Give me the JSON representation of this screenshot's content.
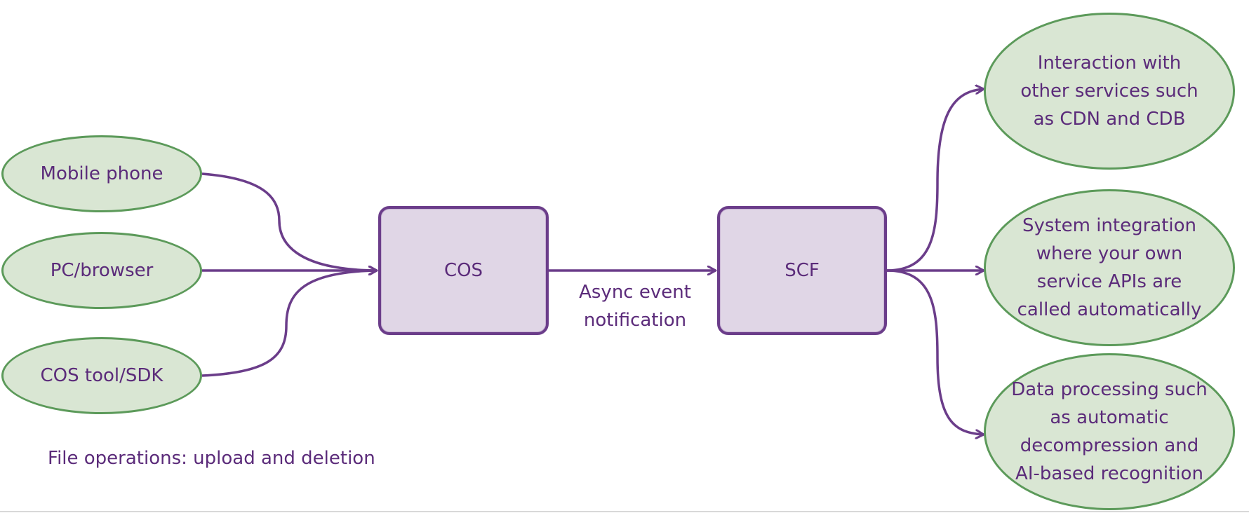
{
  "colors": {
    "edge": "#6b3d8a",
    "ellipse_fill": "#d9e6d3",
    "ellipse_border": "#5c9a5a",
    "box_fill": "#e0d6e6",
    "text": "#5b2b7a"
  },
  "sources": {
    "mobile": "Mobile phone",
    "pc": "PC/browser",
    "sdk": "COS tool/SDK"
  },
  "cos": "COS",
  "scf": "SCF",
  "async_label": "Async event\nnotification",
  "file_ops_label": "File operations: upload and deletion",
  "targets": {
    "interaction": "Interaction with\nother services such\nas CDN and CDB",
    "integration": "System integration\nwhere your own\nservice APIs are\ncalled automatically",
    "processing": "Data processing such\nas automatic\ndecompression and\nAI-based recognition"
  }
}
